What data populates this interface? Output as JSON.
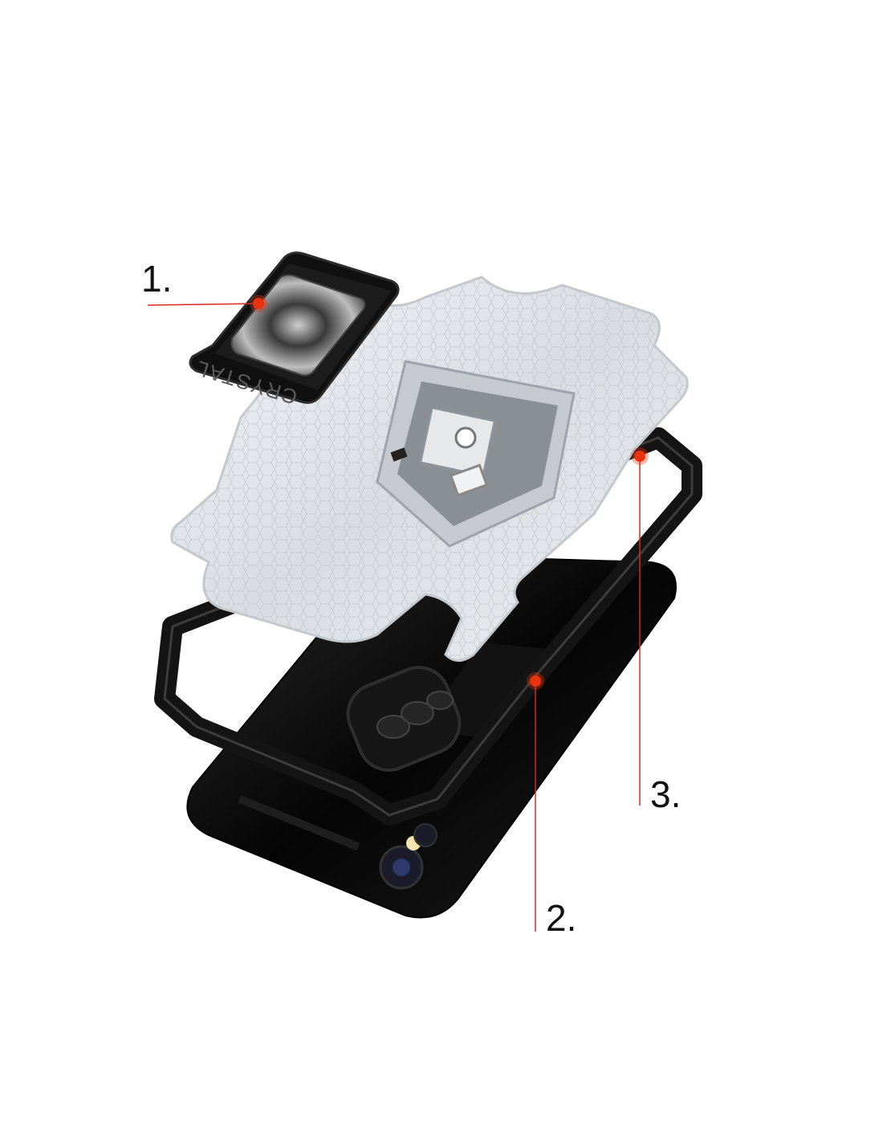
{
  "callouts": [
    {
      "number": "1.",
      "part": "ring-holder"
    },
    {
      "number": "2.",
      "part": "black-bumper-frame"
    },
    {
      "number": "3.",
      "part": "transparent-back-shell"
    }
  ],
  "brand_emboss": "CRYSTAL",
  "colors": {
    "callout_dot": "#e8330f",
    "callout_line": "#d9281e",
    "frame": "#141414",
    "phone": "#0a0a0a",
    "shell": "#e9ecef"
  }
}
